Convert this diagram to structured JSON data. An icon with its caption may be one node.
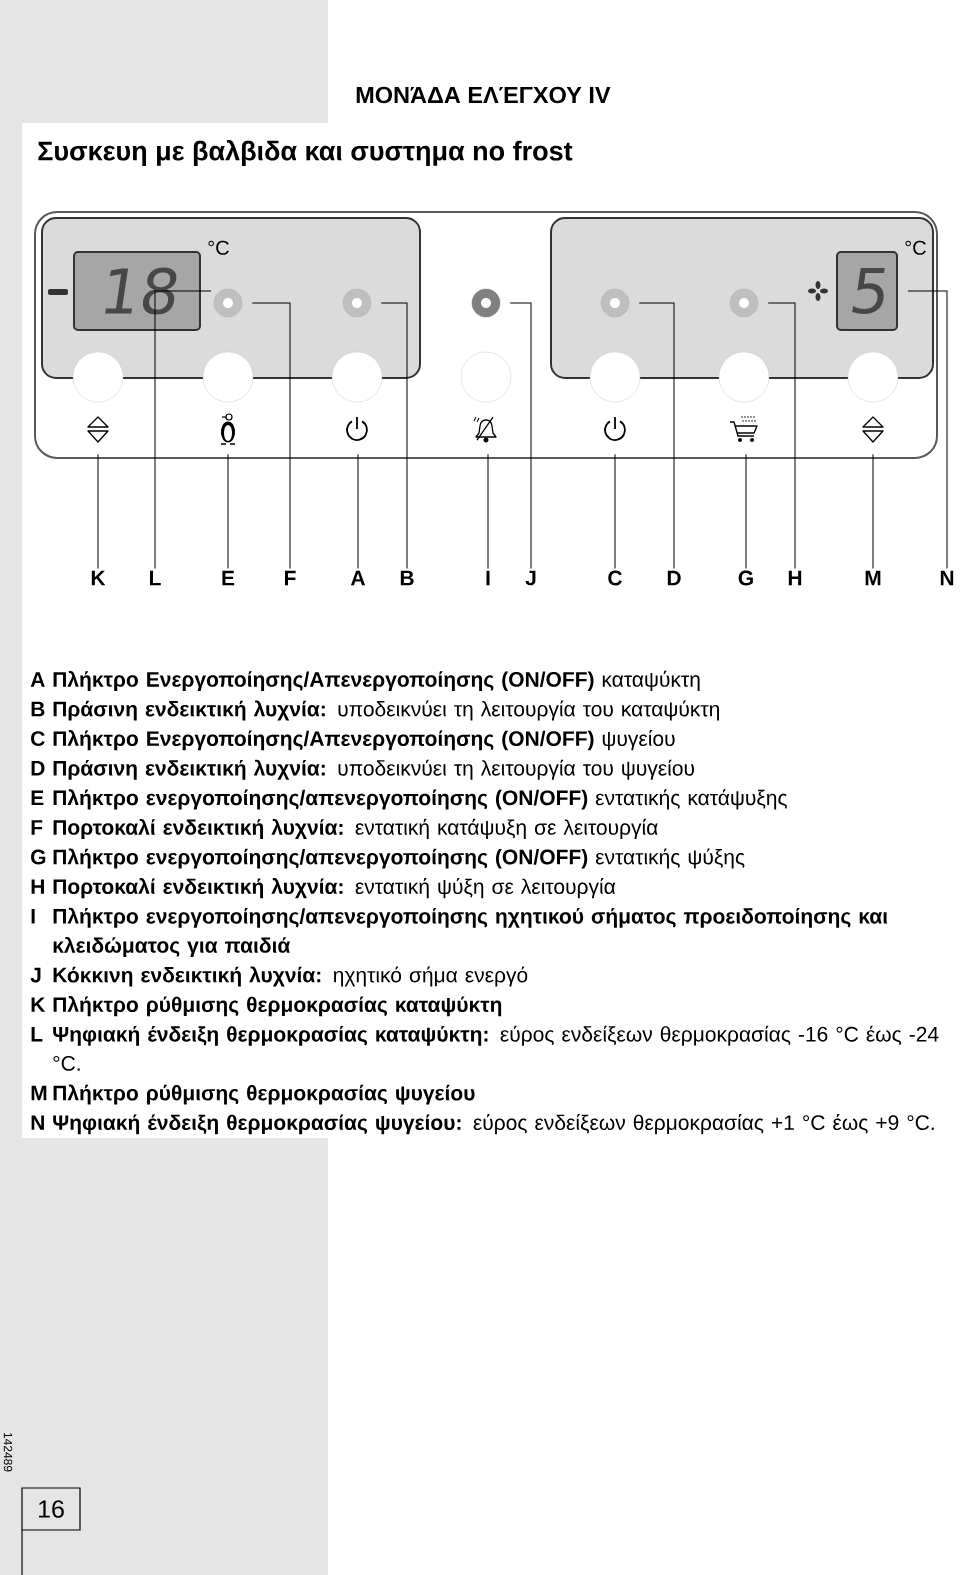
{
  "diagram": {
    "title": "ΜΟΝΆΔΑ ΕΛΈΓΧΟΥ IV",
    "nodes": [
      {
        "text": [
          "18"
        ],
        "beside": [
          "°C"
        ]
      },
      {
        "text": [],
        "shape": "circle"
      },
      {
        "text": [],
        "shape": "circle"
      },
      {
        "text": [],
        "shape": "circle"
      },
      {
        "text": [],
        "shape": "circle"
      },
      {
        "text": [],
        "shape": "circle"
      },
      {
        "text": [
          "5"
        ],
        "beside": [
          "°C"
        ]
      },
      {
        "text": [],
        "shape": "picture"
      },
      {
        "text": [],
        "shape": "picture"
      },
      {
        "text": [],
        "shape": "picture"
      },
      {
        "text": [],
        "shape": "picture"
      },
      {
        "text": [],
        "shape": "picture"
      },
      {
        "text": [],
        "shape": "picture"
      },
      {
        "text": [],
        "shape": "picture"
      },
      {
        "text": [
          "K"
        ]
      },
      {
        "text": [
          "L"
        ]
      },
      {
        "text": [
          "E"
        ]
      },
      {
        "text": [
          "F"
        ]
      },
      {
        "text": [
          "A"
        ]
      },
      {
        "text": [
          "B"
        ]
      },
      {
        "text": [
          "I"
        ]
      },
      {
        "text": [
          "J"
        ]
      },
      {
        "text": [
          "C"
        ]
      },
      {
        "text": [
          "D"
        ]
      },
      {
        "text": [
          "G"
        ]
      },
      {
        "text": [
          "H"
        ]
      },
      {
        "text": [
          "M"
        ]
      },
      {
        "text": [
          "N"
        ]
      }
    ],
    "edges": [
      {
        "from": 14,
        "to": 7,
        "arrow": "none"
      },
      {
        "from": 15,
        "to": 0,
        "arrow": "none"
      },
      {
        "from": 16,
        "to": 8,
        "arrow": "none"
      },
      {
        "from": 17,
        "to": 1,
        "arrow": "none"
      },
      {
        "from": 18,
        "to": 9,
        "arrow": "none"
      },
      {
        "from": 19,
        "to": 2,
        "arrow": "none"
      },
      {
        "from": 20,
        "to": 10,
        "arrow": "none"
      },
      {
        "from": 21,
        "to": 3,
        "arrow": "none"
      },
      {
        "from": 22,
        "to": 11,
        "arrow": "none"
      },
      {
        "from": 23,
        "to": 4,
        "arrow": "none"
      },
      {
        "from": 24,
        "to": 12,
        "arrow": "none"
      },
      {
        "from": 25,
        "to": 5,
        "arrow": "none"
      },
      {
        "from": 26,
        "to": 13,
        "arrow": "none"
      },
      {
        "from": 27,
        "to": 6,
        "arrow": "none"
      }
    ],
    "labels": [
      "Συσκευη με βαλβιδα και συστημα no frost",
      "A",
      "**Πλήκτρο Ενεργοποίησης/Απενεργοποίησης (ON/OFF)** καταψύκτη",
      "B",
      "**Πράσινη ενδεικτική λυχνία:** υποδεικνύει τη λειτουργία του καταψύκτη",
      "C",
      "**Πλήκτρο Ενεργοποίησης/Απενεργοποίησης (ON/OFF)** ψυγείου",
      "D",
      "**Πράσινη ενδεικτική λυχνία:** υποδεικνύει τη λειτουργία του ψυγείου",
      "E",
      "**Πλήκτρο ενεργοποίησης/απενεργοποίησης (ON/OFF)** εντατικής κατάψυξης",
      "F",
      "**Πορτοκαλί ενδεικτική λυχνία:** εντατική κατάψυξη σε λειτουργία",
      "G",
      "**Πλήκτρο ενεργοποίησης/απενεργοποίησης (ON/OFF)** εντατικής ψύξης",
      "H",
      "**Πορτοκαλί ενδεικτική λυχνία:** εντατική ψύξη σε λειτουργία",
      "I",
      "Πλήκτρο ενεργοποίησης/απενεργοποίησης ηχητικού σήματος προειδοποίησης και κλειδώματος για παιδιά",
      "J",
      "**Κόκκινη ενδεικτική λυχνία:** ηχητικό σήμα ενεργό",
      "K",
      "Πλήκτρο ρύθμισης θερμοκρασίας καταψύκτη",
      "L",
      "**Ψηφιακή ένδειξη θερμοκρασίας καταψύκτη:** εύρος ενδείξεων θερμοκρασίας -16 °C έως -24 °C.",
      "M",
      "Πλήκτρο ρύθμισης θερμοκρασίας ψυγείου",
      "N",
      "**Ψηφιακή ένδειξη θερμοκρασίας ψυγείου:** εύρος ενδείξεων θερμοκρασίας +1 °C έως +9 °C.",
      "142489",
      "16"
    ]
  }
}
